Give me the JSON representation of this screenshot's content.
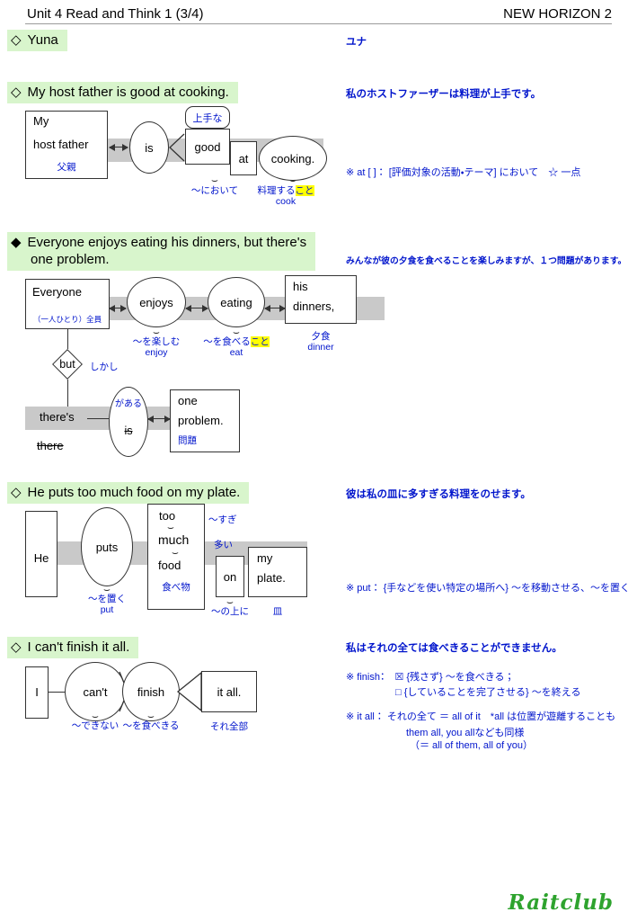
{
  "colors": {
    "blue": "#0014cc",
    "green_hl": "#d8f5cc",
    "yellow_hl": "#ffff00",
    "bar_gray": "#c9c9c9",
    "logo_green": "#2ea32e"
  },
  "header": {
    "title": "Unit 4 Read and Think 1 (3/4)",
    "textbook": "NEW HORIZON 2"
  },
  "s1": {
    "marker": "◇",
    "title": "Yuna",
    "translation": "ユナ"
  },
  "s2": {
    "marker": "◇",
    "title": "My host father is good at cooking.",
    "translation": "私のホストファーザーは料理が上手です。",
    "note": "※ at [ ]： [評価対象の活動・テーマ] において　☆ 一点",
    "d": {
      "subject_l1": "My",
      "subject_l2": "host father",
      "subject_ja": "父親",
      "verb": "is",
      "adj_ja": "上手な",
      "adj": "good",
      "prep": "at",
      "prep_ja": "〜において",
      "obj": "cooking.",
      "obj_ja": "料理する",
      "obj_ja_hl": "こと",
      "obj_base": "cook"
    }
  },
  "s3": {
    "marker": "◆",
    "title_l1": "Everyone enjoys eating his dinners, but there's",
    "title_l2": "one problem.",
    "translation": "みんなが彼の夕食を食べることを楽しみますが、１つ問題があります。",
    "d": {
      "subject": "Everyone",
      "subject_ja": "（一人ひとり）全員",
      "verb": "enjoys",
      "verb_ja": "〜を楽しむ",
      "verb_base": "enjoy",
      "gerund": "eating",
      "gerund_ja": "〜を食べる",
      "gerund_ja_hl": "こと",
      "gerund_base": "eat",
      "object_l1": "his",
      "object_l2": "dinners,",
      "object_ja": "夕食",
      "object_base": "dinner",
      "conj": "but",
      "conj_ja": "しかし",
      "theres": "there's",
      "there_struck": "there",
      "aru_ja": "がある",
      "is_struck": "is",
      "object2_l1": "one",
      "object2_l2": "problem.",
      "object2_ja": "問題"
    }
  },
  "s4": {
    "marker": "◇",
    "title": "He puts too much food on my plate.",
    "translation": "彼は私の皿に多すぎる料理をのせます。",
    "note": "※ put： {手などを使い特定の場所へ} 〜を移動させる、〜を置く",
    "d": {
      "subject": "He",
      "verb": "puts",
      "verb_ja": "〜を置く",
      "verb_base": "put",
      "adv": "too",
      "adv_ja": "〜すぎ",
      "adj": "much",
      "adj_ja": "多い",
      "noun": "food",
      "noun_ja": "食べ物",
      "prep": "on",
      "prep_ja": "〜の上に",
      "object_l1": "my",
      "object_l2": "plate.",
      "object_ja": "皿"
    }
  },
  "s5": {
    "marker": "◇",
    "title": "I can't finish it all.",
    "translation": "私はそれの全ては食べきることができません。",
    "notes": {
      "finish_1": "※ finish：　☒ {残さず} 〜を食べきる；",
      "finish_2": "□ {していることを完了させる} 〜を終える",
      "itall_1": "※ it all： それの全て ＝ all of it　*all は位置が遊離することも",
      "itall_2": "them all, you allなども同様",
      "itall_3": "（＝ all of them, all of you）"
    },
    "d": {
      "subject": "I",
      "aux": "can't",
      "aux_ja": "〜できない",
      "verb": "finish",
      "verb_ja": "〜を食べきる",
      "object": "it all.",
      "object_ja": "それ全部"
    }
  },
  "footer": {
    "logo": "Raitclub"
  }
}
